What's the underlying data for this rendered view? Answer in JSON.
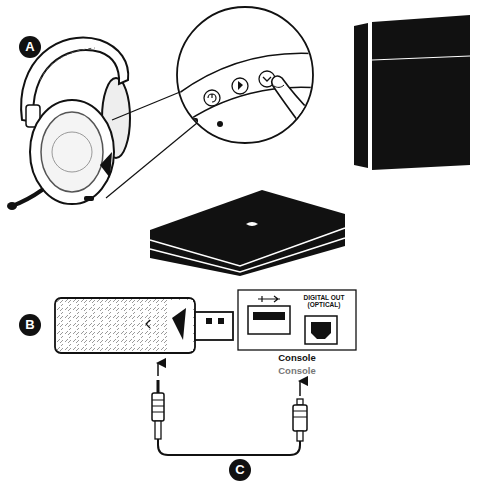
{
  "diagram": {
    "nodes": [
      {
        "text": [
          "DIGITAL OUT (OPTICAL)",
          "Console",
          "Console"
        ]
      }
    ],
    "labels": [
      "A",
      "B",
      "C"
    ]
  }
}
